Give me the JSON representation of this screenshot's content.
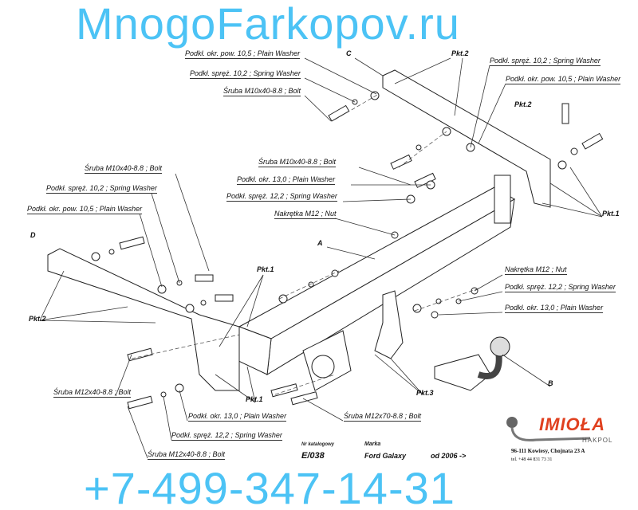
{
  "watermark": {
    "site": "MnogoFarkopov.ru",
    "phone": "+7-499-347-14-31",
    "color": "#4cc3f5"
  },
  "parts": {
    "A": "A",
    "B": "B",
    "C": "C",
    "D": "D"
  },
  "points": {
    "pkt1": "Pkt.1",
    "pkt2": "Pkt.2",
    "pkt3": "Pkt.3"
  },
  "labels": {
    "plain_washer_105": "Podkł. okr. pow. 10,5 ; Plain Washer",
    "spring_washer_102": "Podkł. spręż. 10,2 ; Spring Washer",
    "bolt_m10": "Śruba M10x40-8.8 ; Bolt",
    "plain_washer_13": "Podkł. okr. 13,0 ; Plain Washer",
    "spring_washer_122": "Podkł. spręż. 12,2 ; Spring Washer",
    "nut_m12": "Nakrętka M12 ; Nut",
    "bolt_m12x40": "Śruba M12x40-8.8 ; Bolt",
    "bolt_m12x70": "Śruba M12x70-8.8 ; Bolt"
  },
  "title_block": {
    "catalog_label": "Nr katalogowy",
    "catalog_no": "E/038",
    "brand_label": "Marka",
    "brand": "Ford Galaxy",
    "year": "od 2006 ->"
  },
  "company": {
    "name": "IMIOŁA",
    "sub": "HAKPOL",
    "address": "96-111 Kowiesy, Chojnata 23 A",
    "phone": "tel. +48 44 831 73 31",
    "color": "#e0401f"
  }
}
